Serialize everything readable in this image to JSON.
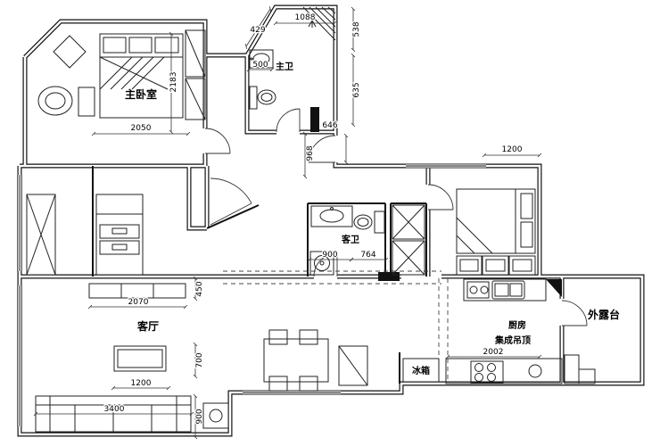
{
  "plan": {
    "rooms": {
      "master_bedroom": "主卧室",
      "master_bath": "主卫",
      "guest_bath": "客卫",
      "living_room": "客厅",
      "kitchen": "厨房",
      "kitchen_note": "集成吊顶",
      "terrace": "外露台",
      "fridge": "冰箱"
    },
    "dims": {
      "bath_top": "1088",
      "bath_chamfer": "429",
      "shower_side": "538",
      "bath_sink": "500",
      "bath_side": "635",
      "entry_door": "646",
      "hall_depth": "968",
      "bed1_width": "2050",
      "bed1_length": "2183",
      "bed2_window": "1200",
      "tv_cabinet": "2070",
      "tv_depth": "450",
      "guestbath_left": "900",
      "guestbath_right": "764",
      "coffee_depth": "700",
      "coffee_width": "1200",
      "sofa_width": "3400",
      "sofa_depth": "900",
      "kitchen_counter": "2002"
    }
  }
}
